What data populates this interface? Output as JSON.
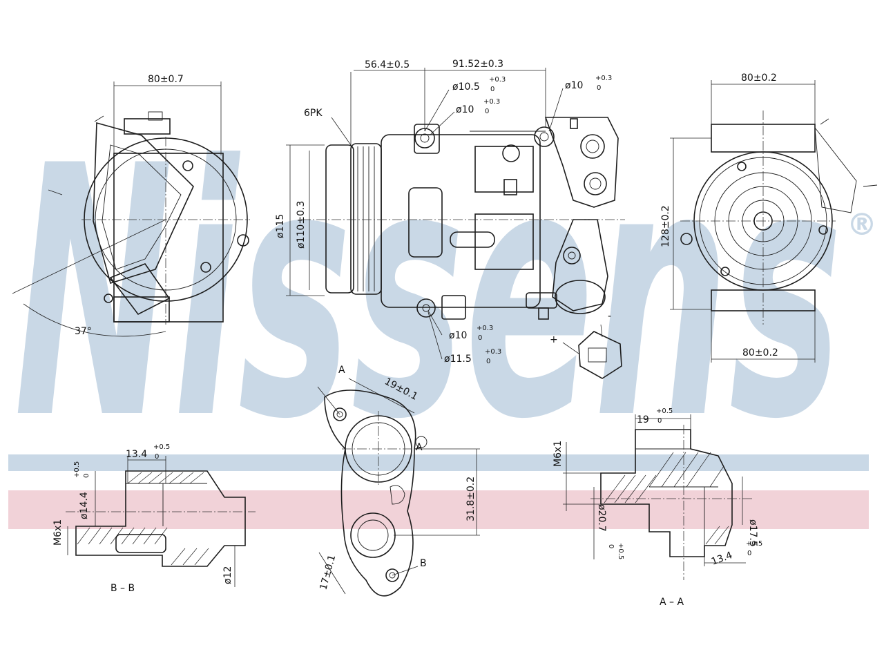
{
  "watermark": {
    "brand": "Nissens",
    "registered": "®",
    "color_text": "#c9d8e6",
    "color_stripe_blue": "#c9d8e6",
    "color_stripe_red": "#f1d2d8"
  },
  "left_view": {
    "width": "80±0.7",
    "angle": "37°"
  },
  "center_view": {
    "dim_a": "56.4±0.5",
    "dim_b": "91.52±0.3",
    "belt": "6PK",
    "hole1": "ø10.5",
    "hole1_tol": "+0.3",
    "hole1_tol2": "0",
    "hole2": "ø10",
    "hole2_tol": "+0.3",
    "hole2_tol2": "0",
    "hole3": "ø10",
    "hole3_tol": "+0.3",
    "hole3_tol2": "0",
    "hole4": "ø10",
    "hole4_tol": "+0.3",
    "hole4_tol2": "0",
    "hole5": "ø11.5",
    "hole5_tol": "+0.3",
    "hole5_tol2": "0",
    "dia_pulley": "ø115",
    "dia_pulley_inner": "ø110±0.3"
  },
  "connector": {
    "plus": "+",
    "minus": "-"
  },
  "right_view": {
    "width_top": "80±0.2",
    "width_bottom": "80±0.2",
    "height": "128±0.2"
  },
  "section_bb": {
    "label": "B – B",
    "dim_len": "13.4",
    "dim_len_tol": "+0.5",
    "dim_len_tol2": "0",
    "dim_dia": "ø14.4",
    "dim_dia_tol": "+0.5",
    "dim_dia_tol2": "0",
    "thread": "M6x1",
    "dia_12": "ø12"
  },
  "flange": {
    "marker_a": "A",
    "marker_a2": "A",
    "marker_b": "B",
    "dim_19": "19±0.1",
    "dim_31": "31.8±0.2",
    "dim_17": "17±0.1"
  },
  "section_aa": {
    "label": "A – A",
    "dim_19": "19",
    "dim_19_tol": "+0.5",
    "dim_19_tol2": "0",
    "thread": "M6x1",
    "dia_17": "ø17.5",
    "dia_20": "ø20.7",
    "dia_20_tol": "+0.5",
    "dia_20_tol2": "0",
    "dim_13": "13.4",
    "dim_13_tol": "+0.5",
    "dim_13_tol2": "0"
  }
}
